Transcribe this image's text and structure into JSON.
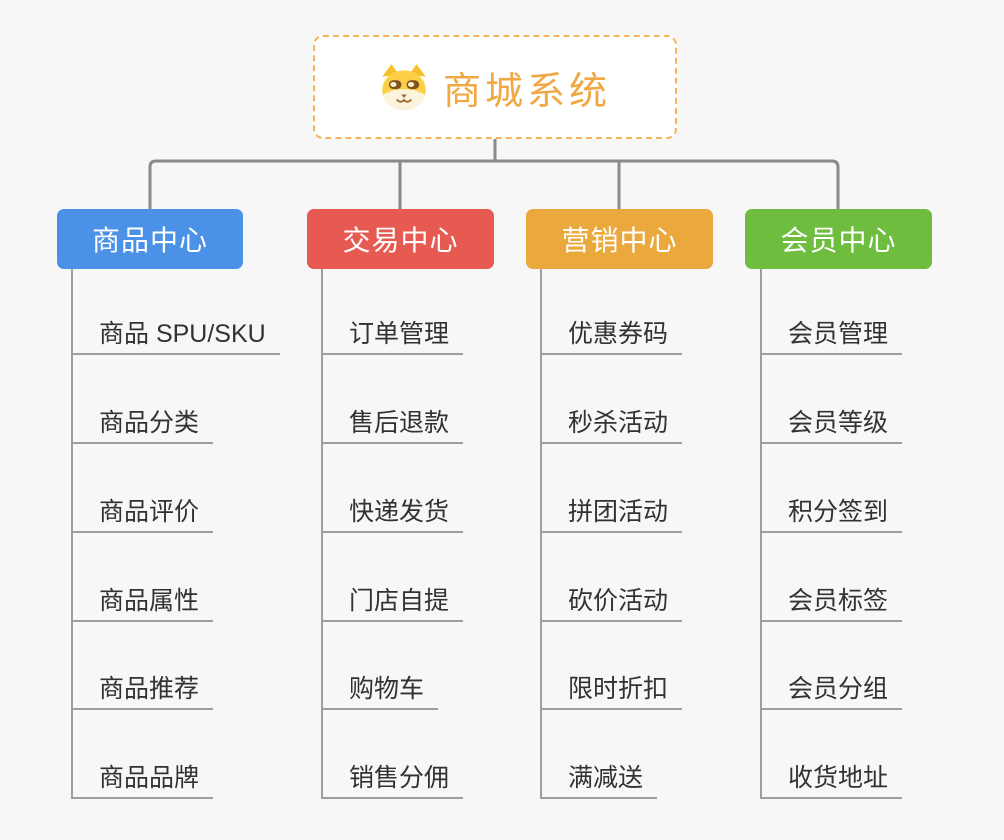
{
  "page": {
    "background_color": "#F7F7F7",
    "connector_color": "#8A8A8A",
    "leaf_line_color": "#9E9E9E"
  },
  "root": {
    "title": "商城系统",
    "icon": "shiba-dog-icon",
    "title_color": "#EFA843",
    "border_color": "#F3B55C"
  },
  "branches": [
    {
      "label": "商品中心",
      "color": "#4B91E8",
      "children": [
        "商品 SPU/SKU",
        "商品分类",
        "商品评价",
        "商品属性",
        "商品推荐",
        "商品品牌"
      ]
    },
    {
      "label": "交易中心",
      "color": "#E75A52",
      "children": [
        "订单管理",
        "售后退款",
        "快递发货",
        "门店自提",
        "购物车",
        "销售分佣"
      ]
    },
    {
      "label": "营销中心",
      "color": "#EBA83C",
      "children": [
        "优惠券码",
        "秒杀活动",
        "拼团活动",
        "砍价活动",
        "限时折扣",
        "满减送"
      ]
    },
    {
      "label": "会员中心",
      "color": "#6FBD3F",
      "children": [
        "会员管理",
        "会员等级",
        "积分签到",
        "会员标签",
        "会员分组",
        "收货地址"
      ]
    }
  ]
}
